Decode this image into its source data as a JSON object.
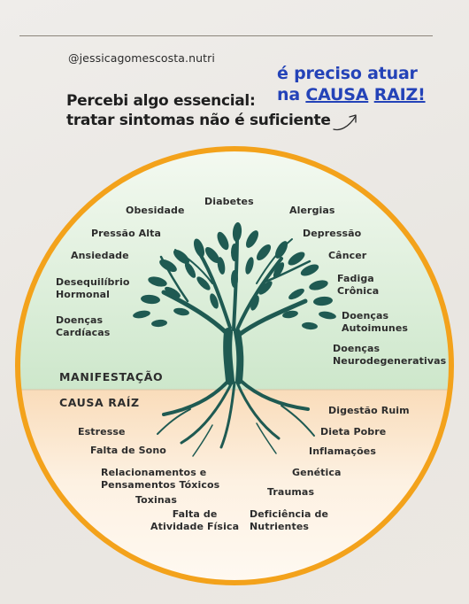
{
  "header": {
    "handle": "@jessicagomescosta.nutri",
    "headline_line1": "Percebi algo essencial:",
    "headline_line2": "tratar sintomas não é suficiente",
    "callout_line1": "é preciso atuar",
    "callout_prefix": "na ",
    "callout_word1": "CAUSA",
    "callout_word2": "RAIZ!"
  },
  "colors": {
    "callout": "#2443b8",
    "top_half": "#dcefdc",
    "bottom_half": "#fbe6cf",
    "ring": "#f3a21b",
    "tree": "#1f5a52"
  },
  "manifestation": {
    "title": "MANIFESTAÇÃO",
    "items": [
      "Diabetes",
      "Obesidade",
      "Alergias",
      "Pressão Alta",
      "Depressão",
      "Ansiedade",
      "Câncer",
      "Desequilíbrio\nHormonal",
      "Fadiga\nCrônica",
      "Doenças\nCardíacas",
      "Doenças\nAutoimunes",
      "Doenças\nNeurodegenerativas"
    ]
  },
  "root_cause": {
    "title": "CAUSA RAÍZ",
    "items": [
      "Estresse",
      "Digestão Ruim",
      "Falta de Sono",
      "Dieta Pobre",
      "Inflamações",
      "Relacionamentos e\nPensamentos Tóxicos",
      "Genética",
      "Traumas",
      "Toxinas",
      "Falta de\nAtividade Física",
      "Deficiência de\nNutrientes"
    ]
  },
  "icons": [
    "tree-of-life-icon",
    "curved-arrow-icon"
  ]
}
